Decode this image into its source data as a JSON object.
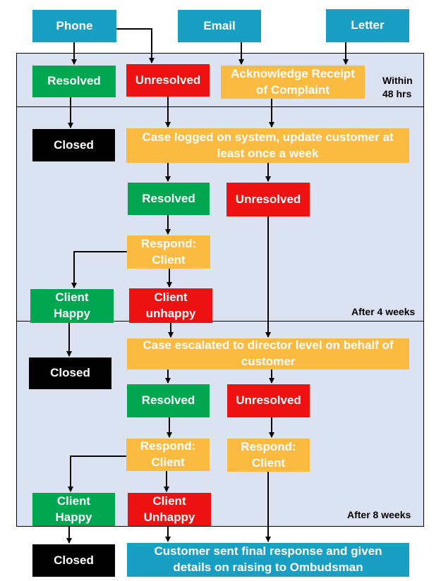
{
  "colors": {
    "blue": "#1a9fc4",
    "green": "#00a650",
    "red": "#ee1111",
    "orange": "#fbbb41",
    "black": "#000000",
    "band": "#dbe2f1"
  },
  "channels": {
    "phone": "Phone",
    "email": "Email",
    "letter": "Letter"
  },
  "stage1": {
    "resolved": "Resolved",
    "unresolved": "Unresolved",
    "acknowledge": "Acknowledge Receipt of Complaint",
    "timing": "Within 48 hrs"
  },
  "stage2": {
    "closed": "Closed",
    "logged": "Case logged on system, update customer at least once a week",
    "resolved": "Resolved",
    "unresolved": "Unresolved",
    "respond": "Respond: Client",
    "client_happy": "Client Happy",
    "client_unhappy": "Client unhappy",
    "timing": "After 4 weeks"
  },
  "stage3": {
    "closed": "Closed",
    "escalated": "Case escalated to director level on behalf of customer",
    "resolved": "Resolved",
    "unresolved": "Unresolved",
    "respond_left": "Respond: Client",
    "respond_right": "Respond: Client",
    "client_happy": "Client Happy",
    "client_unhappy": "Client Unhappy",
    "timing": "After 8 weeks"
  },
  "final": {
    "closed": "Closed",
    "ombudsman": "Customer sent final response and given details on raising to Ombudsman"
  }
}
